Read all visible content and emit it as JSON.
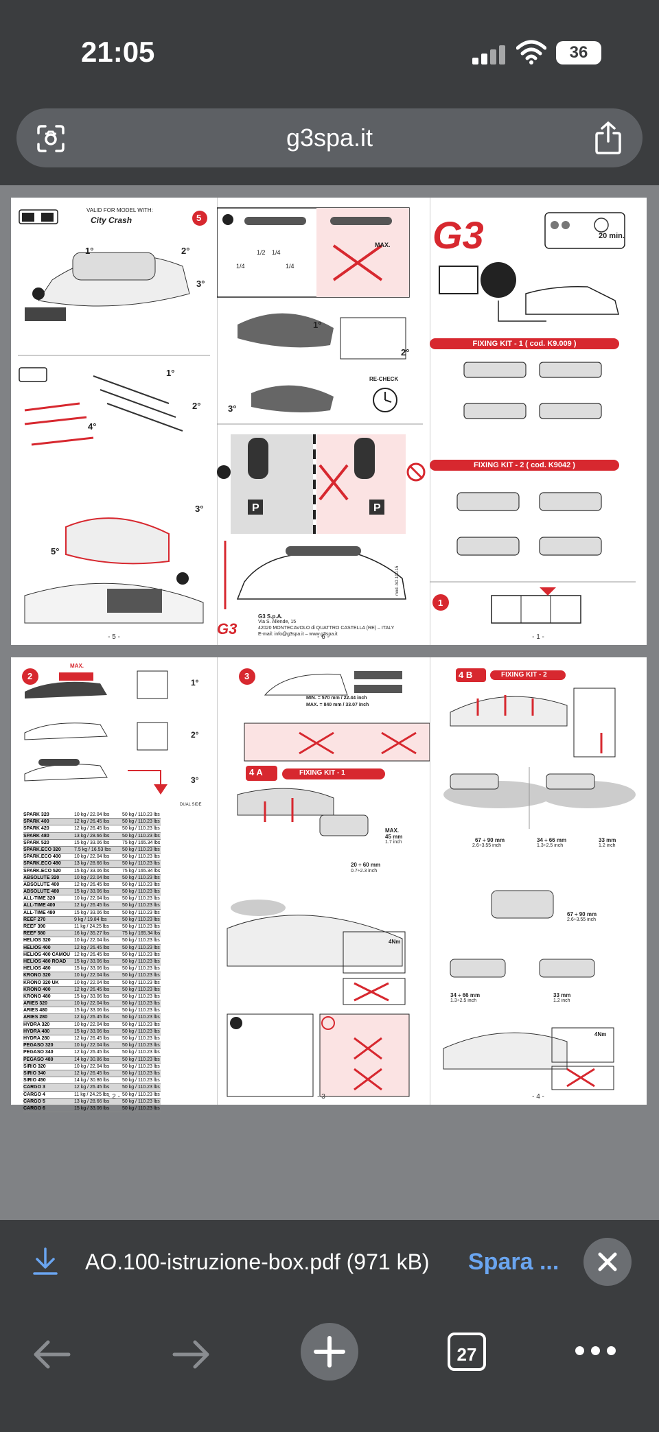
{
  "status_bar": {
    "time": "21:05",
    "battery": "36"
  },
  "browser": {
    "url": "g3spa.it",
    "camera_icon": "camera-scan-icon",
    "share_icon": "share-icon"
  },
  "pdf": {
    "page1": {
      "panel_left": {
        "valid_for": "VALID FOR MODEL WITH:",
        "brand": "City Crash",
        "step_labels": [
          "1°",
          "2°",
          "3°",
          "1°",
          "2°",
          "4°",
          "3°",
          "5°"
        ],
        "step_number": "5",
        "page_num": "- 5 -"
      },
      "panel_mid": {
        "fractions": [
          "1/2",
          "1/4",
          "1/4",
          "1/4"
        ],
        "max_label": "MAX.",
        "step_labels": [
          "1°",
          "2°",
          "3°"
        ],
        "recheck": "RE-CHECK",
        "company": "G3 S.p.A.",
        "address1": "Via S. Allende, 15",
        "address2": "42020 MONTECAVOLO di QUATTRO CASTELLA (RE) – ITALY",
        "contact": "E-mail: info@g3spa.it  –  www.g3spa.it",
        "model_code": "mod. AO.100.15",
        "page_num": "- 6 -"
      },
      "panel_right": {
        "logo": "G3",
        "time_label": "20 min.",
        "kit1": "FIXING KIT - 1",
        "kit1_code": "( cod. K9.009 )",
        "kit2": "FIXING KIT - 2",
        "kit2_code": "( cod. K9042 )",
        "step_number": "1",
        "page_num": "- 1 -"
      }
    },
    "page2": {
      "panel_left": {
        "step_number": "2",
        "max_label": "MAX.",
        "step_labels": [
          "1°",
          "2°",
          "3°"
        ],
        "dual_side": "DUAL SIDE",
        "rows": [
          {
            "model": "SPARK 320",
            "load": "10 kg / 22.04 lbs",
            "max": "50 kg / 110.23 lbs"
          },
          {
            "model": "SPARK 400",
            "load": "12 kg / 26.45 lbs",
            "max": "50 kg / 110.23 lbs"
          },
          {
            "model": "SPARK 420",
            "load": "12 kg / 26.45 lbs",
            "max": "50 kg / 110.23 lbs"
          },
          {
            "model": "SPARK 480",
            "load": "13 kg / 28.66 lbs",
            "max": "50 kg / 110.23 lbs"
          },
          {
            "model": "SPARK 520",
            "load": "15 kg / 33.06 lbs",
            "max": "75 kg / 165.34 lbs"
          },
          {
            "model": "SPARK.ECO 320",
            "load": "7.5 kg / 16.53 lbs",
            "max": "50 kg / 110.23 lbs"
          },
          {
            "model": "SPARK.ECO 400",
            "load": "10 kg / 22.04 lbs",
            "max": "50 kg / 110.23 lbs"
          },
          {
            "model": "SPARK.ECO 480",
            "load": "13 kg / 28.66 lbs",
            "max": "50 kg / 110.23 lbs"
          },
          {
            "model": "SPARK.ECO 520",
            "load": "15 kg / 33.06 lbs",
            "max": "75 kg / 165.34 lbs"
          },
          {
            "model": "ABSOLUTE 320",
            "load": "10 kg / 22.04 lbs",
            "max": "50 kg / 110.23 lbs"
          },
          {
            "model": "ABSOLUTE 400",
            "load": "12 kg / 26.45 lbs",
            "max": "50 kg / 110.23 lbs"
          },
          {
            "model": "ABSOLUTE 480",
            "load": "15 kg / 33.06 lbs",
            "max": "50 kg / 110.23 lbs"
          },
          {
            "model": "ALL-TIME 320",
            "load": "10 kg / 22.04 lbs",
            "max": "50 kg / 110.23 lbs"
          },
          {
            "model": "ALL-TIME 400",
            "load": "12 kg / 26.45 lbs",
            "max": "50 kg / 110.23 lbs"
          },
          {
            "model": "ALL-TIME 480",
            "load": "15 kg / 33.06 lbs",
            "max": "50 kg / 110.23 lbs"
          },
          {
            "model": "REEF 270",
            "load": "9 kg / 19.84 lbs",
            "max": "50 kg / 110.23 lbs"
          },
          {
            "model": "REEF 390",
            "load": "11 kg / 24.25 lbs",
            "max": "50 kg / 110.23 lbs"
          },
          {
            "model": "REEF 580",
            "load": "16 kg / 35.27 lbs",
            "max": "75 kg / 165.34 lbs"
          },
          {
            "model": "HELIOS 320",
            "load": "10 kg / 22.04 lbs",
            "max": "50 kg / 110.23 lbs"
          },
          {
            "model": "HELIOS 400",
            "load": "12 kg / 26.45 lbs",
            "max": "50 kg / 110.23 lbs"
          },
          {
            "model": "HELIOS 400 CAMOU",
            "load": "12 kg / 26.45 lbs",
            "max": "50 kg / 110.23 lbs"
          },
          {
            "model": "HELIOS 480 ROAD",
            "load": "15 kg / 33.06 lbs",
            "max": "50 kg / 110.23 lbs"
          },
          {
            "model": "HELIOS 480",
            "load": "15 kg / 33.06 lbs",
            "max": "50 kg / 110.23 lbs"
          },
          {
            "model": "KRONO 320",
            "load": "10 kg / 22.04 lbs",
            "max": "50 kg / 110.23 lbs"
          },
          {
            "model": "KRONO 320 UK",
            "load": "10 kg / 22.04 lbs",
            "max": "50 kg / 110.23 lbs"
          },
          {
            "model": "KRONO 400",
            "load": "12 kg / 26.45 lbs",
            "max": "50 kg / 110.23 lbs"
          },
          {
            "model": "KRONO 480",
            "load": "15 kg / 33.06 lbs",
            "max": "50 kg / 110.23 lbs"
          },
          {
            "model": "ARIES 320",
            "load": "10 kg / 22.04 lbs",
            "max": "50 kg / 110.23 lbs"
          },
          {
            "model": "ARIES 480",
            "load": "15 kg / 33.06 lbs",
            "max": "50 kg / 110.23 lbs"
          },
          {
            "model": "ARIES 280",
            "load": "12 kg / 26.45 lbs",
            "max": "50 kg / 110.23 lbs"
          },
          {
            "model": "HYDRA 320",
            "load": "10 kg / 22.04 lbs",
            "max": "50 kg / 110.23 lbs"
          },
          {
            "model": "HYDRA 480",
            "load": "15 kg / 33.06 lbs",
            "max": "50 kg / 110.23 lbs"
          },
          {
            "model": "HYDRA 280",
            "load": "12 kg / 26.45 lbs",
            "max": "50 kg / 110.23 lbs"
          },
          {
            "model": "PEGASO 320",
            "load": "10 kg / 22.04 lbs",
            "max": "50 kg / 110.23 lbs"
          },
          {
            "model": "PEGASO 340",
            "load": "12 kg / 26.45 lbs",
            "max": "50 kg / 110.23 lbs"
          },
          {
            "model": "PEGASO 480",
            "load": "14 kg / 30.86 lbs",
            "max": "50 kg / 110.23 lbs"
          },
          {
            "model": "SIRIO 320",
            "load": "10 kg / 22.04 lbs",
            "max": "50 kg / 110.23 lbs"
          },
          {
            "model": "SIRIO 340",
            "load": "12 kg / 26.45 lbs",
            "max": "50 kg / 110.23 lbs"
          },
          {
            "model": "SIRIO 450",
            "load": "14 kg / 30.86 lbs",
            "max": "50 kg / 110.23 lbs"
          },
          {
            "model": "CARGO 3",
            "load": "12 kg / 26.45 lbs",
            "max": "50 kg / 110.23 lbs"
          },
          {
            "model": "CARGO 4",
            "load": "11 kg / 24.25 lbs",
            "max": "50 kg / 110.23 lbs"
          },
          {
            "model": "CARGO 5",
            "load": "13 kg / 28.66 lbs",
            "max": "50 kg / 110.23 lbs"
          },
          {
            "model": "CARGO 6",
            "load": "15 kg / 33.06 lbs",
            "max": "50 kg / 110.23 lbs"
          }
        ],
        "page_num": "- 2 -"
      },
      "panel_mid": {
        "step_number": "3",
        "min": "MIN. = 570 mm / 22.44 inch",
        "max": "MAX. = 840 mm / 33.07 inch",
        "step_4a": "4 A",
        "kit": "FIXING KIT - 1",
        "max_45": "MAX.",
        "mm45": "45 mm",
        "inch17": "1.7 inch",
        "range": "20 ÷ 60 mm",
        "range_inch": "0.7÷2.3 inch",
        "torque": "4Nm",
        "page_num": "- 3 -"
      },
      "panel_right": {
        "step_4b": "4 B",
        "kit": "FIXING KIT - 2",
        "m1": "67 ÷ 90 mm",
        "i1": "2.6÷3.55 inch",
        "m2": "34 ÷ 66 mm",
        "i2": "1.3÷2.5 inch",
        "m3": "33 mm",
        "i3": "1.2 inch",
        "m4": "67 ÷ 90 mm",
        "i4": "2.6÷3.55 inch",
        "m5": "34 ÷ 66 mm",
        "i5": "1.3÷2.5 inch",
        "m6": "33 mm",
        "i6": "1.2 inch",
        "torque": "4Nm",
        "page_num": "- 4 -"
      }
    }
  },
  "download": {
    "filename": "AO.100-istruzione-box.pdf (971 kB)",
    "open_label": "Spara ...",
    "download_icon": "download-arrow-icon",
    "close_icon": "close-icon"
  },
  "bottom_nav": {
    "tab_count": "27",
    "back_icon": "back-arrow-icon",
    "forward_icon": "forward-arrow-icon",
    "new_tab_icon": "plus-icon",
    "more_icon": "more-dots-icon"
  },
  "colors": {
    "accent_red": "#d7282f",
    "chrome_dark": "#3b3d3f",
    "link_blue": "#6aa5f0"
  }
}
